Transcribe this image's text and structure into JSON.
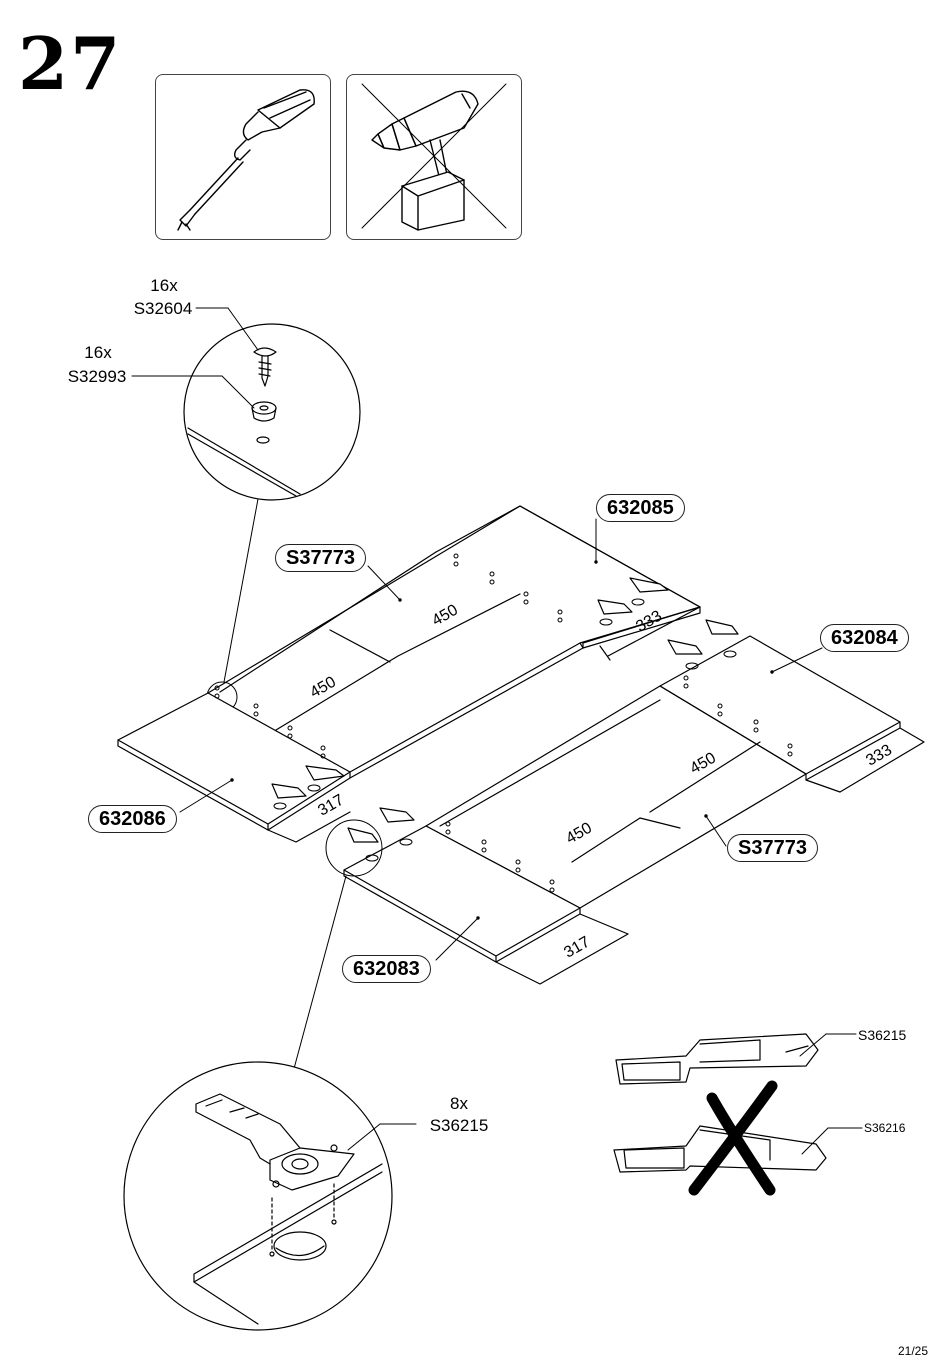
{
  "step": {
    "number": "27"
  },
  "tools": [
    {
      "icon": "screwdriver-icon",
      "allowed": true
    },
    {
      "icon": "cordless-drill-icon",
      "allowed": false
    }
  ],
  "callouts": {
    "screw": {
      "qty": "16x",
      "code": "S32604"
    },
    "cap": {
      "qty": "16x",
      "code": "S32993"
    },
    "hinge": {
      "qty": "8x",
      "code": "S36215"
    }
  },
  "parts": {
    "top_right_panel": "632085",
    "upper_long_panel": "S37773",
    "right_panel": "632084",
    "left_panel": "632086",
    "lower_long_panel": "S37773",
    "bottom_panel": "632083"
  },
  "dimensions": {
    "upper_450_a": "450",
    "upper_450_b": "450",
    "upper_333": "333",
    "upper_317": "317",
    "lower_450_a": "450",
    "lower_450_b": "450",
    "lower_333": "333",
    "lower_317": "317"
  },
  "hinge_compare": {
    "correct": "S36215",
    "wrong": "S36216"
  },
  "page": {
    "number": "21/25"
  },
  "colors": {
    "line": "#000000",
    "box_border": "#444444"
  }
}
